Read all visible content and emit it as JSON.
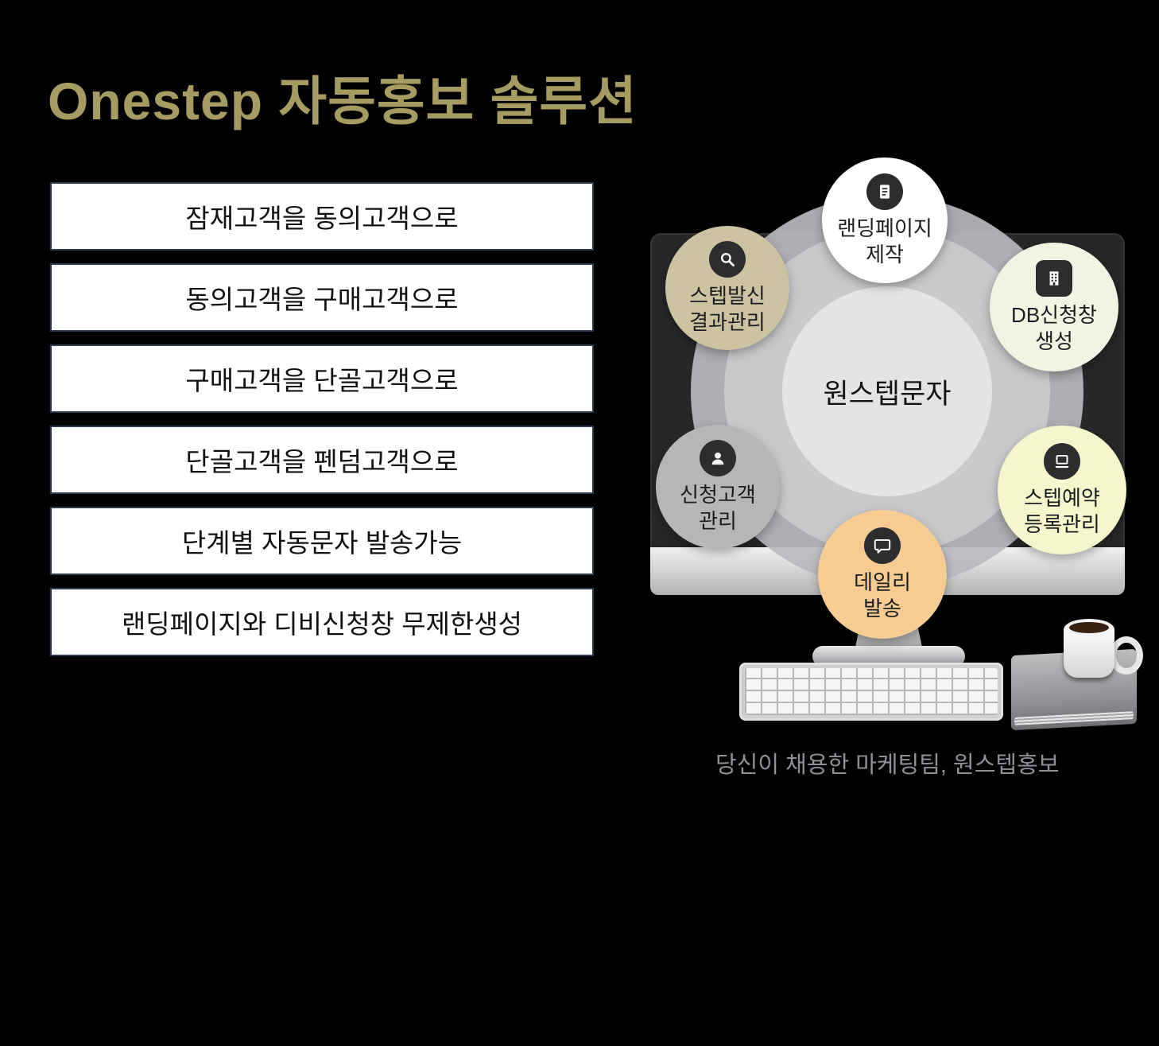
{
  "page": {
    "title": "Onestep 자동홍보 솔루션",
    "caption": "당신이 채용한 마케팅팀, 원스텝홍보"
  },
  "features": [
    "잠재고객을 동의고객으로",
    "동의고객을 구매고객으로",
    "구매고객을 단골고객으로",
    "단골고객을 펜덤고객으로",
    "단계별 자동문자 발송가능",
    "랜딩페이지와 디비신청창 무제한생성"
  ],
  "diagram": {
    "center_label": "원스텝문자",
    "badges": [
      {
        "id": "landing-page-creation",
        "lines": [
          "랜딩페이지",
          "제작"
        ],
        "icon": "document-icon",
        "bg": "#ffffff"
      },
      {
        "id": "step-send-result-management",
        "lines": [
          "스텝발신",
          "결과관리"
        ],
        "icon": "search-icon",
        "bg": "#cdc3a0"
      },
      {
        "id": "db-form-creation",
        "lines": [
          "DB신청창",
          "생성"
        ],
        "icon": "building-icon",
        "bg": "#eff5e0"
      },
      {
        "id": "applicant-customer-management",
        "lines": [
          "신청고객",
          "관리"
        ],
        "icon": "user-icon",
        "bg": "#b6b6b9"
      },
      {
        "id": "step-reservation-management",
        "lines": [
          "스텝예약",
          "등록관리"
        ],
        "icon": "laptop-icon",
        "bg": "#f3f7cb"
      },
      {
        "id": "daily-send",
        "lines": [
          "데일리",
          "발송"
        ],
        "icon": "chat-icon",
        "bg": "#f6cc93"
      }
    ]
  },
  "colors": {
    "background": "#000000",
    "title": "#a69b60",
    "feature_border": "#2c3b52",
    "caption": "#8e9298",
    "badge_tan": "#cdc3a0",
    "badge_pale_green": "#eff5e0",
    "badge_gray": "#b6b6b9",
    "badge_pale_yellow": "#f3f7cb",
    "badge_peach": "#f6cc93"
  }
}
